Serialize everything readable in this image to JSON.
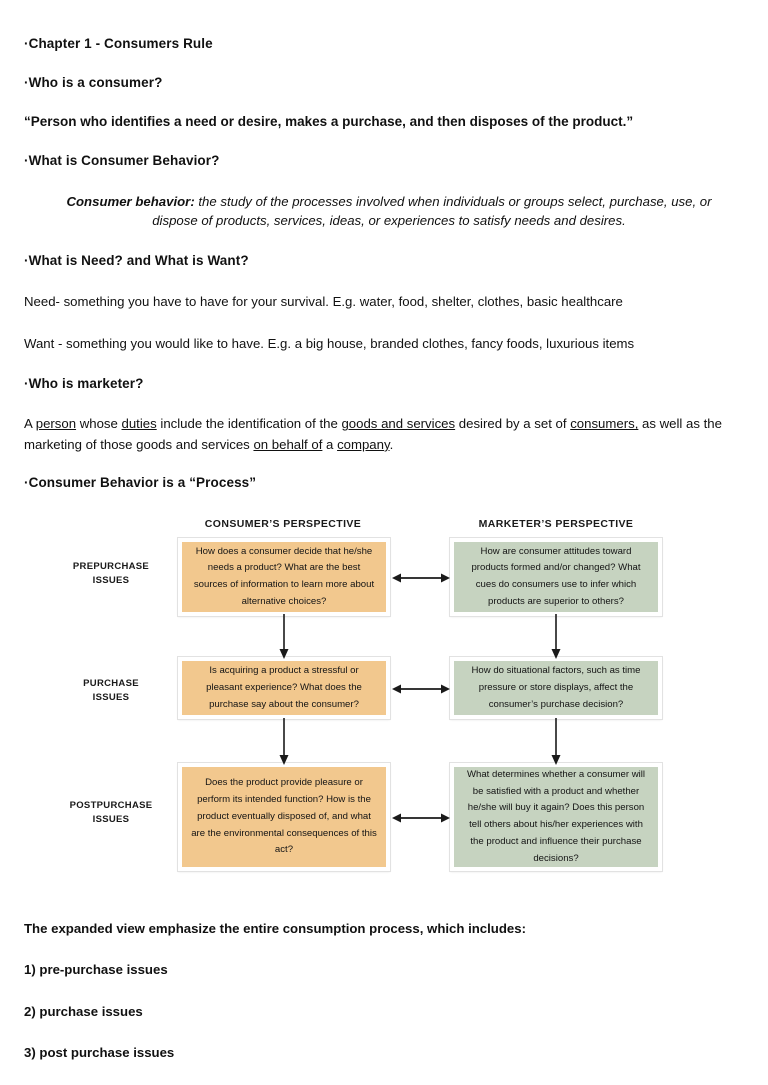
{
  "document": {
    "heading_1": "·Chapter 1 - Consumers Rule",
    "heading_2": "·Who is a consumer?",
    "consumer_quote": "“Person who identifies a need or desire, makes a purchase, and then disposes of the product.”",
    "heading_3": "·What is Consumer Behavior?",
    "definition_term": "Consumer behavior:",
    "definition_text": " the study of the processes involved when individuals or groups select, purchase, use, or dispose of products, services, ideas, or experiences to satisfy needs and desires.",
    "heading_4": "·What is Need?  and What is Want?",
    "need_line": "Need- something you have to have for your survival. E.g. water, food, shelter, clothes, basic healthcare",
    "want_line": "Want - something you would like to have. E.g. a big house, branded clothes, fancy foods, luxurious items",
    "heading_5": "·Who is marketer?",
    "marketer_para": {
      "p1": "A ",
      "u1": "person",
      "p2": " whose ",
      "u2": "duties",
      "p3": " include the identification of the ",
      "u3": "goods and services",
      "p4": " desired by a set of ",
      "u4": "consumers,",
      "p5": " as well as the marketing of those goods and services ",
      "u5": "on behalf of",
      "p6": " a ",
      "u6": "company",
      "p7": "."
    },
    "heading_6": "·Consumer Behavior is a “Process”"
  },
  "diagram": {
    "column_headers": {
      "consumer": "CONSUMER’S PERSPECTIVE",
      "marketer": "MARKETER’S PERSPECTIVE"
    },
    "row_labels": [
      "PREPURCHASE\nISSUES",
      "PURCHASE\nISSUES",
      "POSTPURCHASE\nISSUES"
    ],
    "colors": {
      "consumer_box": "#f2c88e",
      "marketer_box": "#c6d3c0",
      "arrow": "#1a1a1a",
      "box_border": "#ffffff"
    },
    "cells": {
      "prepurchase_consumer": "How does a consumer decide that he/she needs a product? What are the best sources of information to learn more about alternative choices?",
      "prepurchase_marketer": "How are consumer attitudes toward products formed and/or changed? What cues do consumers use to infer which products are superior to others?",
      "purchase_consumer": "Is acquiring a product a stressful or pleasant experience? What does the purchase say about the consumer?",
      "purchase_marketer": "How do situational factors, such as time pressure or store displays, affect the consumer’s purchase decision?",
      "postpurchase_consumer": "Does the product provide pleasure or perform its intended function? How is the product eventually disposed of, and what are the environmental consequences of this act?",
      "postpurchase_marketer": "What determines whether a consumer will be satisfied with a product and whether he/she will buy it again? Does this person tell others about his/her experiences with the product and influence their purchase decisions?"
    }
  },
  "footer": {
    "heading": "The expanded view emphasize the entire consumption process, which includes:",
    "items": [
      "1) pre-purchase issues",
      "2) purchase issues",
      "3) post purchase issues"
    ]
  }
}
